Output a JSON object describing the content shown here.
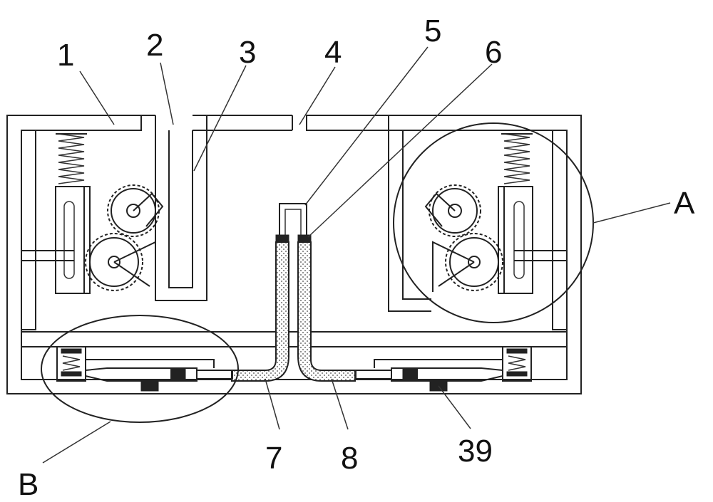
{
  "labels": {
    "l1": "1",
    "l2": "2",
    "l3": "3",
    "l4": "4",
    "l5": "5",
    "l6": "6",
    "l7": "7",
    "l8": "8",
    "l39": "39",
    "lA": "A",
    "lB": "B"
  },
  "colors": {
    "line": "#222222",
    "background": "#ffffff"
  }
}
